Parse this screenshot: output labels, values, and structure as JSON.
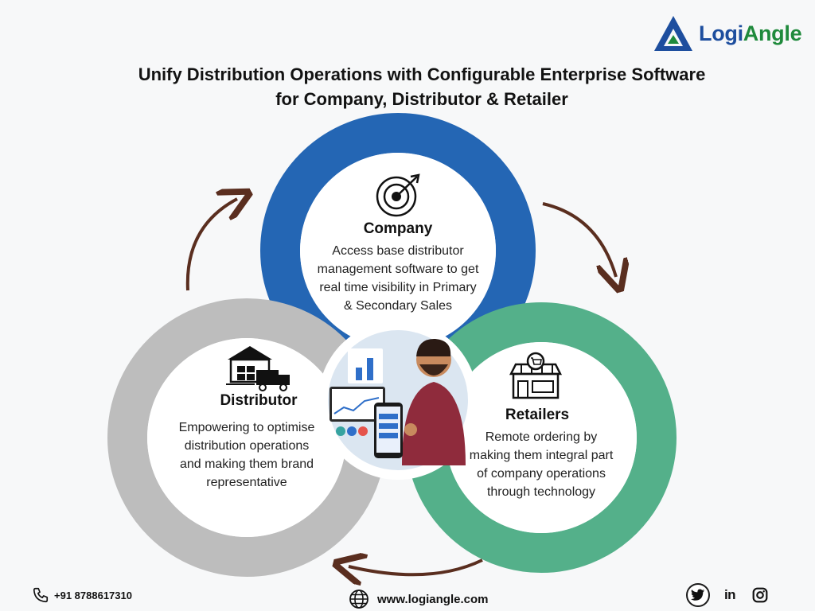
{
  "brand": {
    "name_part1": "Logi",
    "name_part2": "Angle",
    "logo_icon": "triangle-logo-icon",
    "primary": "#1d4e9e",
    "accent": "#1f8a3c"
  },
  "title": {
    "line1": "Unify Distribution Operations with Configurable Enterprise Software",
    "line2": "for Company,  Distributor & Retailer"
  },
  "colors": {
    "company": "#2466b4",
    "distributor": "#bdbdbd",
    "retailers": "#54b08a",
    "arrow": "#5a2e1f"
  },
  "sections": {
    "company": {
      "icon": "target-icon",
      "title": "Company",
      "lines": [
        "Access base distributor",
        "management software to get",
        "real time visibility in Primary",
        "& Secondary Sales"
      ]
    },
    "distributor": {
      "icon": "warehouse-truck-icon",
      "title": "Distributor",
      "lines": [
        "Empowering to optimise",
        "distribution operations",
        "and making them brand",
        "representative"
      ]
    },
    "retailers": {
      "icon": "storefront-icon",
      "title": "Retailers",
      "lines": [
        "Remote ordering by",
        "making them integral part",
        "of company operations",
        "through technology"
      ]
    }
  },
  "footer": {
    "phone_icon": "phone-icon",
    "phone": "+91 8788617310",
    "web_icon": "globe-icon",
    "website": "www.logiangle.com",
    "social": {
      "twitter": "twitter-icon",
      "linkedin_text": "in",
      "instagram": "instagram-icon"
    }
  }
}
